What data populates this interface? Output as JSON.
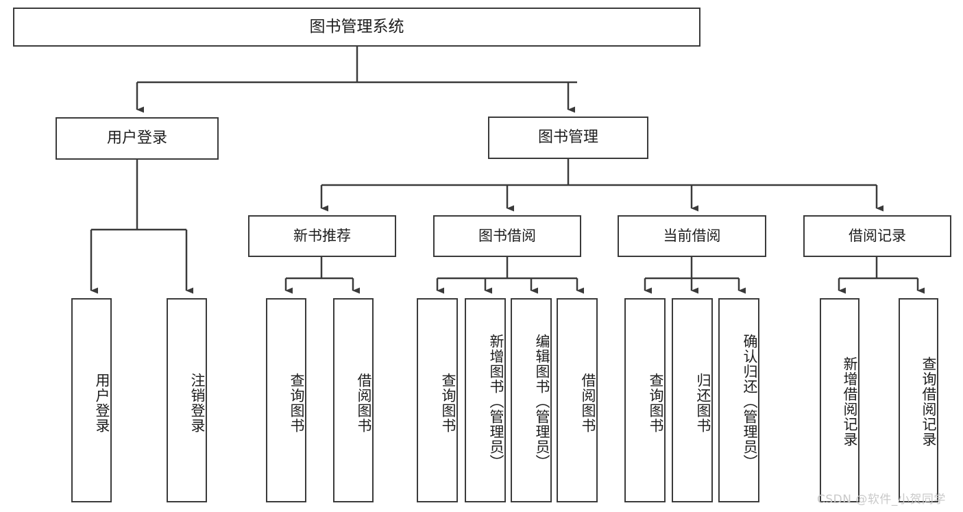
{
  "diagram": {
    "title": "图书管理系统",
    "root": {
      "label": "图书管理系统"
    },
    "level2": [
      {
        "label": "用户登录"
      },
      {
        "label": "图书管理"
      }
    ],
    "level3": [
      {
        "label": "新书推荐"
      },
      {
        "label": "图书借阅"
      },
      {
        "label": "当前借阅"
      },
      {
        "label": "借阅记录"
      }
    ],
    "leaves": {
      "user_login": [
        {
          "label": "用户登录"
        },
        {
          "label": "注销登录"
        }
      ],
      "new_book_recommend": [
        {
          "label": "查询图书"
        },
        {
          "label": "借阅图书"
        }
      ],
      "book_borrow": [
        {
          "label": "查询图书"
        },
        {
          "label": "新增图书（管理员）"
        },
        {
          "label": "编辑图书（管理员）"
        },
        {
          "label": "借阅图书"
        }
      ],
      "current_borrow": [
        {
          "label": "查询图书"
        },
        {
          "label": "归还图书"
        },
        {
          "label": "确认归还（管理员）"
        }
      ],
      "borrow_record": [
        {
          "label": "新增借阅记录"
        },
        {
          "label": "查询借阅记录"
        }
      ]
    }
  },
  "watermark": {
    "text": "CSDN @软件_小贺同学"
  },
  "colors": {
    "stroke": "#3a3a3a",
    "fill": "#ffffff",
    "text": "#1d1d1d",
    "watermark": "#c9c9c9"
  }
}
